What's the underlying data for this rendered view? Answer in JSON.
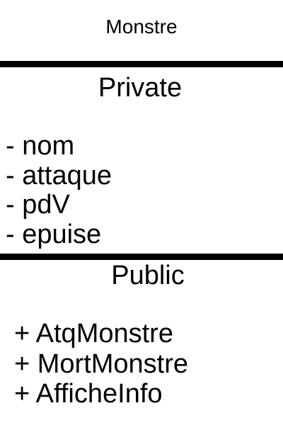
{
  "class_name": "Monstre",
  "private": {
    "title": "Private",
    "members": [
      "- nom",
      "- attaque",
      "- pdV",
      "- epuise"
    ]
  },
  "public": {
    "title": "Public",
    "members": [
      "+ AtqMonstre",
      "+ MortMonstre",
      "+ AfficheInfo"
    ]
  },
  "colors": {
    "background": "#ffffff",
    "foreground": "#000000"
  }
}
